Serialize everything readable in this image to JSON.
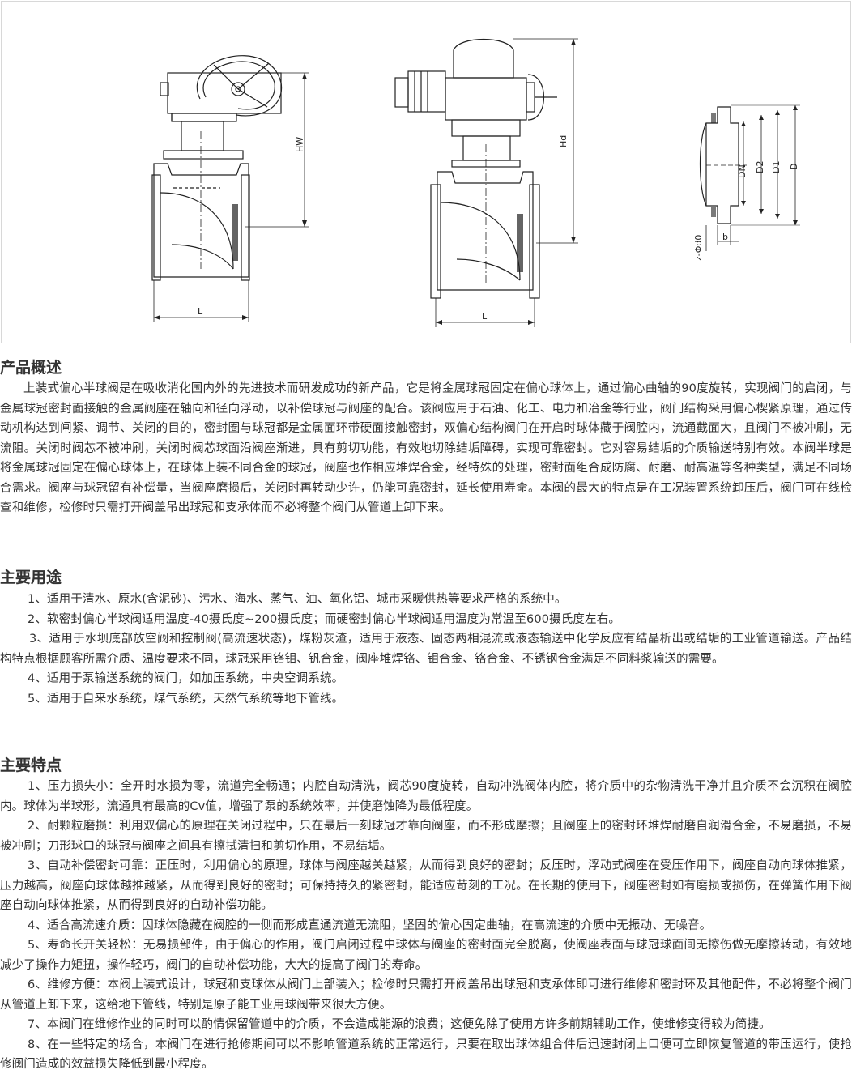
{
  "figure": {
    "labels": {
      "hw": "HW",
      "hd": "Hd",
      "l1": "L",
      "l2": "L",
      "dn": "DN",
      "d2": "D2",
      "d1": "D1",
      "d": "D",
      "b": "b",
      "zd0": "z-Φd0"
    }
  },
  "overview": {
    "title": "产品概述",
    "body": "上装式偏心半球阀是在吸收消化国内外的先进技术而研发成功的新产品，它是将金属球冠固定在偏心球体上，通过偏心曲轴的90度旋转，实现阀门的启闭，与金属球冠密封面接触的金属阀座在轴向和径向浮动，以补偿球冠与阀座的配合。该阀应用于石油、化工、电力和冶金等行业，阀门结构采用偏心楔紧原理，通过传动机构达到闸紧、调节、关闭的目的，密封圈与球冠都是金属面环带硬面接触密封，双偏心结构阀门在开启时球体藏于阀腔内，流通截面大，且阀门不被冲刷，无流阻。关闭时阀芯不被冲刷，关闭时阀芯球面沿阀座渐进，具有剪切功能，有效地切除结垢障碍，实现可靠密封。它对容易结垢的介质输送特别有效。本阀半球是将金属球冠固定在偏心球体上，在球体上装不同合金的球冠，阀座也作相应堆焊合金，经特殊的处理，密封面组合成防腐、耐磨、耐高温等各种类型，满足不同场合需求。阀座与球冠留有补偿量，当阀座磨损后，关闭时再转动少许，仍能可靠密封，延长使用寿命。本阀的最大的特点是在工况装置系统卸压后，阀门可在线检查和维修，检修时只需打开阀盖吊出球冠和支承体而不必将整个阀门从管道上卸下来。"
  },
  "uses": {
    "title": "主要用途",
    "items": [
      "1、适用于清水、原水(含泥砂)、污水、海水、蒸气、油、氧化铝、城市采暖供热等要求严格的系统中。",
      "2、软密封偏心半球阀适用温度-40摄氏度~200摄氏度；而硬密封偏心半球阀适用温度为常温至600摄氏度左右。",
      "3、适用于水坝底部放空阀和控制阀(高流速状态)，煤粉灰渣，适用于液态、固态两相混流或液态输送中化学反应有结晶析出或结垢的工业管道输送。产品结构特点根据顾客所需介质、温度要求不同，球冠采用铬钼、钒合金，阀座堆焊铬、钼合金、铬合金、不锈钢合金满足不同料浆输送的需要。",
      "4、适用于泵输送系统的阀门，如加压系统，中央空调系统。",
      "5、适用于自来水系统，煤气系统，天然气系统等地下管线。"
    ]
  },
  "features": {
    "title": "主要特点",
    "items": [
      "1、压力损失小：全开时水损为零，流道完全畅通；内腔自动清洗，阀芯90度旋转，自动冲洗阀体内腔，将介质中的杂物清洗干净并且介质不会沉积在阀腔内。球体为半球形，流通具有最高的Cv值，增强了泵的系统效率，并使磨蚀降为最低程度。",
      "2、耐颗粒磨损：利用双偏心的原理在关闭过程中，只在最后一刻球冠才靠向阀座，而不形成摩擦；且阀座上的密封环堆焊耐磨自润滑合金，不易磨损，不易被冲刷；刀形球口的球冠与阀座之间具有擦拭清扫和剪切作用，不易结垢。",
      "3、自动补偿密封可靠：正压时，利用偏心的原理，球体与阀座越关越紧，从而得到良好的密封；反压时，浮动式阀座在受压作用下，阀座自动向球体推紧，压力越高，阀座向球体越推越紧，从而得到良好的密封；可保持持久的紧密封，能适应苛刻的工况。在长期的使用下，阀座密封如有磨损或损伤，在弹簧作用下阀座自动向球体推紧，从而得到良好的自动补偿功能。",
      "4、适合高流速介质：因球体隐藏在阀腔的一侧而形成直通流道无流阻，坚固的偏心固定曲轴，在高流速的介质中无振动、无噪音。",
      "5、寿命长开关轻松：无易损部件，由于偏心的作用，阀门启闭过程中球体与阀座的密封面完全脱离，使阀座表面与球冠球面间无擦伤做无摩擦转动，有效地减少了操作力矩扭，操作轻巧，阀门的自动补偿功能，大大的提高了阀门的寿命。",
      "6、维修方便：本阀上装式设计，球冠和支球体从阀门上部装入；检修时只需打开阀盖吊出球冠和支承体即可进行维修和密封环及其他配件，不必将整个阀门从管道上卸下来，这给地下管线，特别是原子能工业用球阀带来很大方便。",
      "7、本阀门在维修作业的同时可以酌情保留管道中的介质，不会造成能源的浪费；这便免除了使用方许多前期辅助工作，使维修变得较为简捷。",
      "8、在一些特定的场合，本阀门在进行抢修期间可以不影响管道系统的正常运行，只要在取出球体组合件后迅速封闭上口便可立即恢复管道的带压运行，使抢修阀门造成的效益损失降低到最小程度。"
    ]
  }
}
